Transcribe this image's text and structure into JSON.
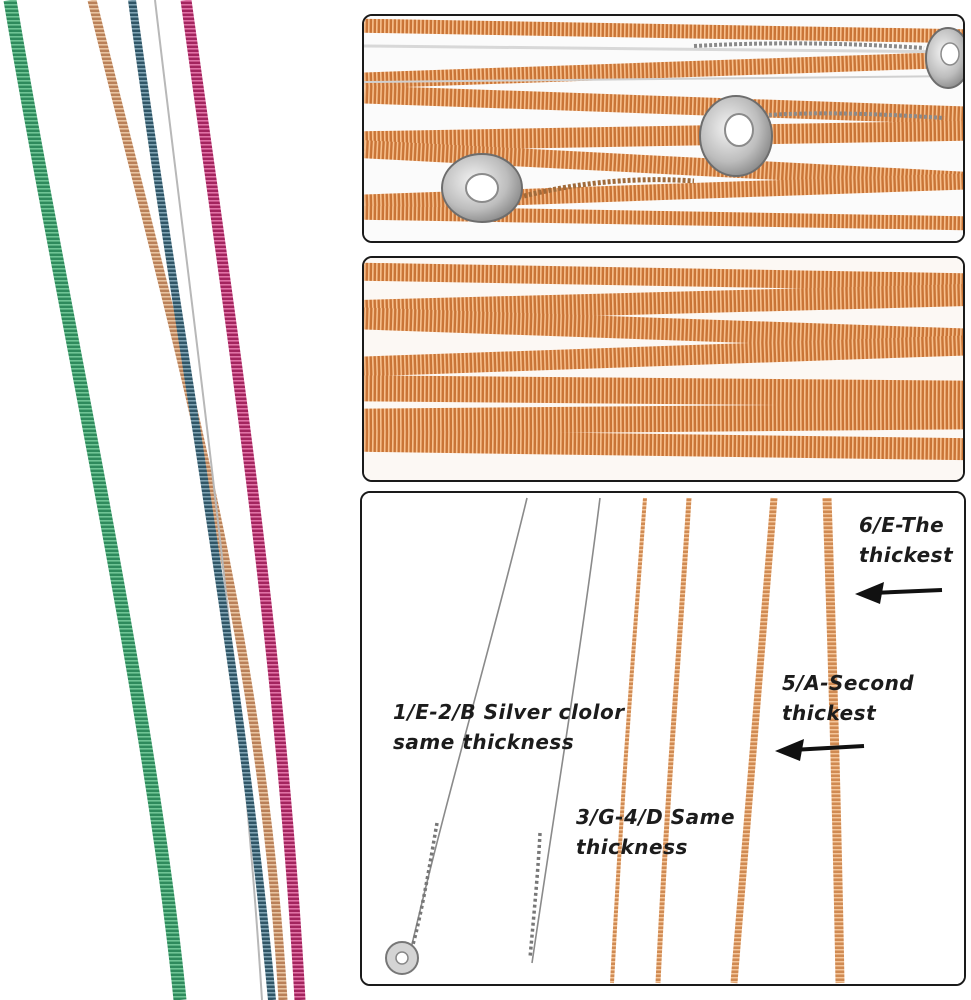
{
  "labels": {
    "e_thickest_line1": "6/E-The",
    "e_thickest_line2": "thickest",
    "a_second_line1": "5/A-Second",
    "a_second_line2": "thickest",
    "silver_line1": "1/E-2/B Silver clolor",
    "silver_line2": "same thickness",
    "gd_line1": "3/G-4/D Same",
    "gd_line2": "thickness"
  },
  "colors": {
    "green_string": "#2e8a5c",
    "tan_string": "#c9956a",
    "blue_string": "#3a6475",
    "magenta_string": "#b3306a",
    "copper": "#d98a4e",
    "silver": "#c8c8c8",
    "border": "#1a1a1a"
  }
}
